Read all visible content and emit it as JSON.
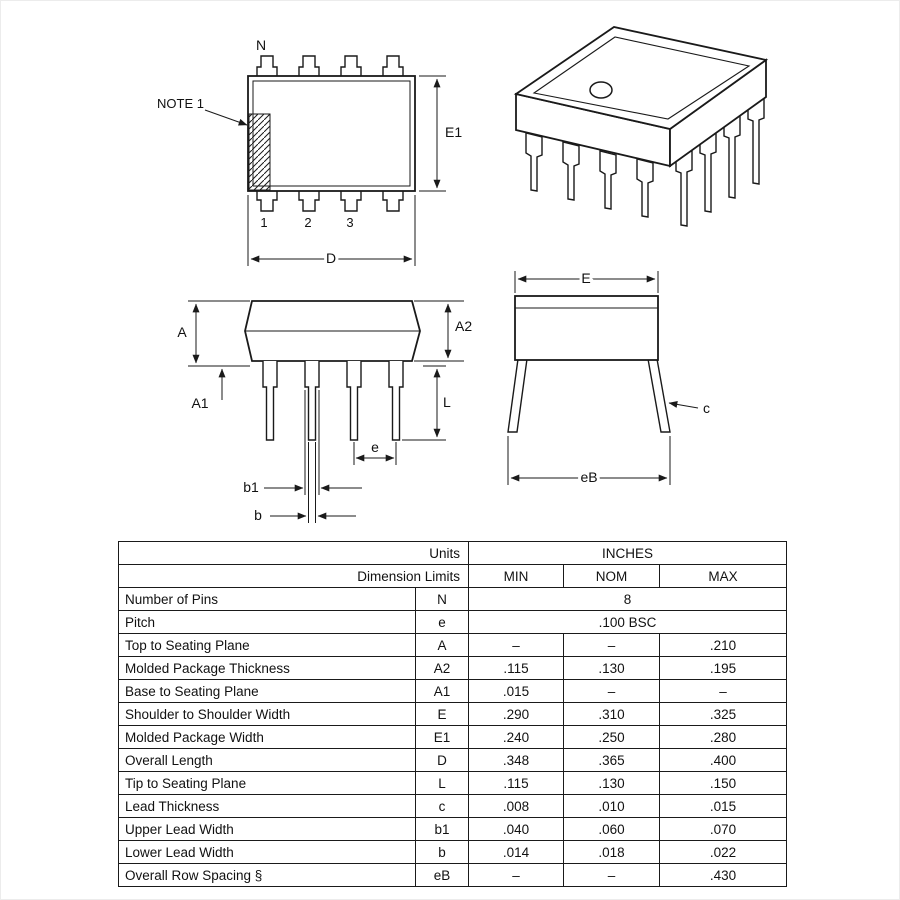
{
  "drawings": {
    "top_view": {
      "n_label": "N",
      "note1_label": "NOTE 1",
      "e1_label": "E1",
      "d_label": "D",
      "pin1_label": "1",
      "pin2_label": "2",
      "pin3_label": "3"
    },
    "side_view": {
      "a_label": "A",
      "a1_label": "A1",
      "a2_label": "A2",
      "l_label": "L",
      "e_label": "e",
      "b1_label": "b1",
      "b_label": "b"
    },
    "end_view": {
      "e_label": "E",
      "c_label": "c",
      "eb_label": "eB"
    }
  },
  "table": {
    "header": {
      "units_label": "Units",
      "inches_label": "INCHES",
      "dimension_limits_label": "Dimension Limits",
      "min": "MIN",
      "nom": "NOM",
      "max": "MAX"
    },
    "rows": [
      {
        "name": "Number of Pins",
        "symbol": "N",
        "span": "8"
      },
      {
        "name": "Pitch",
        "symbol": "e",
        "span": ".100 BSC"
      },
      {
        "name": "Top to Seating Plane",
        "symbol": "A",
        "min": "–",
        "nom": "–",
        "max": ".210"
      },
      {
        "name": "Molded Package Thickness",
        "symbol": "A2",
        "min": ".115",
        "nom": ".130",
        "max": ".195"
      },
      {
        "name": "Base to Seating Plane",
        "symbol": "A1",
        "min": ".015",
        "nom": "–",
        "max": "–"
      },
      {
        "name": "Shoulder to Shoulder Width",
        "symbol": "E",
        "min": ".290",
        "nom": ".310",
        "max": ".325"
      },
      {
        "name": "Molded Package Width",
        "symbol": "E1",
        "min": ".240",
        "nom": ".250",
        "max": ".280"
      },
      {
        "name": "Overall Length",
        "symbol": "D",
        "min": ".348",
        "nom": ".365",
        "max": ".400"
      },
      {
        "name": "Tip to Seating Plane",
        "symbol": "L",
        "min": ".115",
        "nom": ".130",
        "max": ".150"
      },
      {
        "name": "Lead Thickness",
        "symbol": "c",
        "min": ".008",
        "nom": ".010",
        "max": ".015"
      },
      {
        "name": "Upper Lead Width",
        "symbol": "b1",
        "min": ".040",
        "nom": ".060",
        "max": ".070"
      },
      {
        "name": "Lower Lead Width",
        "symbol": "b",
        "min": ".014",
        "nom": ".018",
        "max": ".022"
      },
      {
        "name": "Overall Row Spacing  §",
        "symbol": "eB",
        "min": "–",
        "nom": "–",
        "max": ".430"
      }
    ]
  }
}
